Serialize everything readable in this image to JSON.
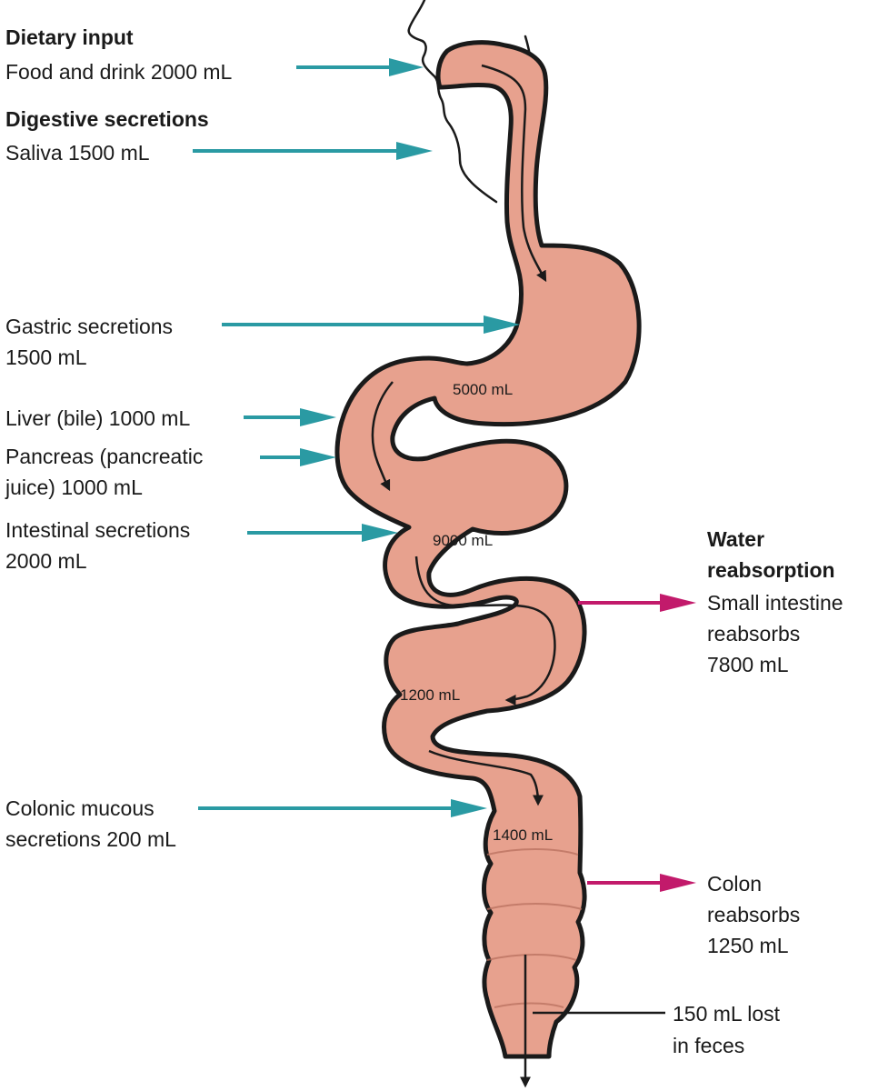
{
  "left_labels": {
    "dietary_heading": "Dietary input",
    "food_drink": "Food and drink 2000 mL",
    "digestive_heading": "Digestive secretions",
    "saliva": "Saliva 1500 mL",
    "gastric_1": "Gastric secretions",
    "gastric_2": "1500 mL",
    "liver": "Liver (bile) 1000 mL",
    "pancreas_1": "Pancreas (pancreatic",
    "pancreas_2": "juice) 1000 mL",
    "intestinal_1": "Intestinal secretions",
    "intestinal_2": "2000 mL",
    "colonic_1": "Colonic mucous",
    "colonic_2": "secretions 200 mL"
  },
  "right_labels": {
    "water_heading_1": "Water",
    "water_heading_2": "reabsorption",
    "small_1": "Small intestine",
    "small_2": "reabsorbs",
    "small_3": "7800 mL",
    "colon_1": "Colon",
    "colon_2": "reabsorbs",
    "colon_3": "1250 mL",
    "feces_1": "150 mL lost",
    "feces_2": "in feces"
  },
  "volumes": {
    "stomach": "5000 mL",
    "duodenum": "9000 mL",
    "ileum": "1200 mL",
    "colon": "1400 mL"
  },
  "colors": {
    "gut_fill": "#e7a18e",
    "gut_outline": "#1a1a1a",
    "input_arrow": "#2a9aa3",
    "reabsorption_arrow": "#c21a6b"
  }
}
